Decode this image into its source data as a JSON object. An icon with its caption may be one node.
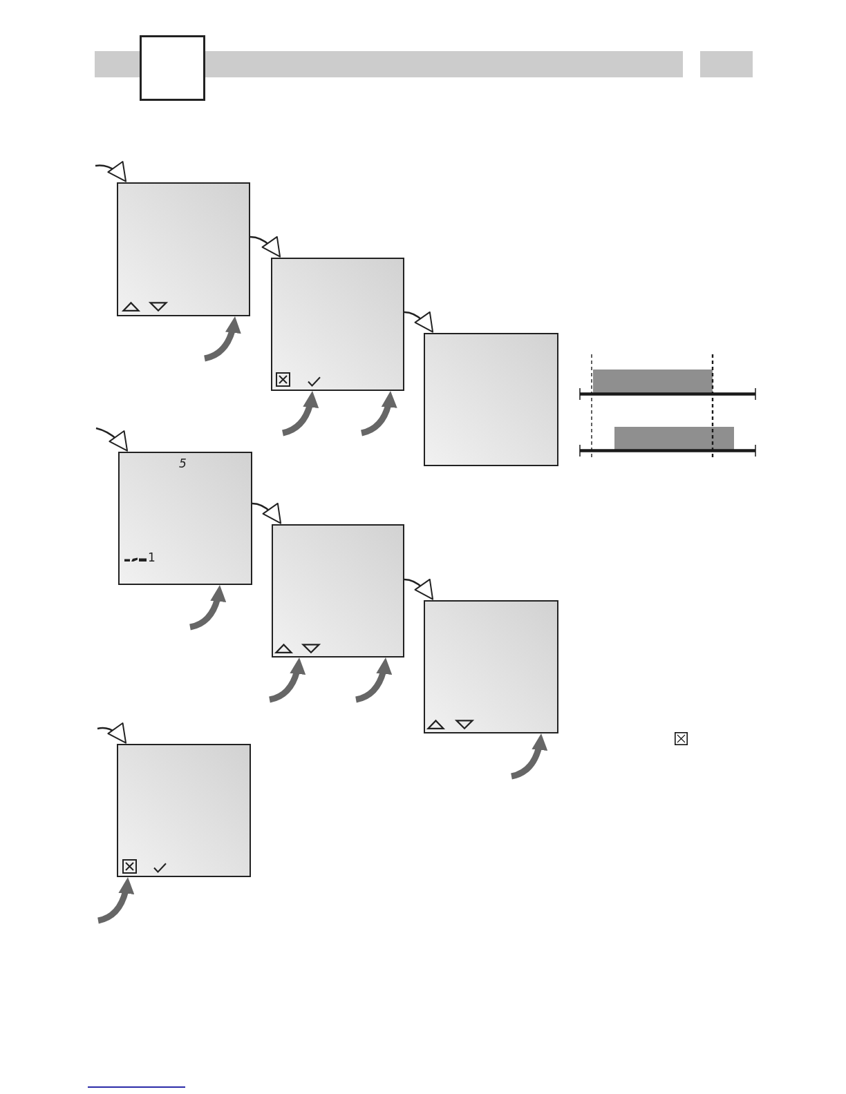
{
  "diagram": {
    "nodes": [
      {
        "text": [],
        "shape": "box"
      },
      {
        "text": [],
        "shape": "box"
      },
      {
        "text": [],
        "shape": "box"
      },
      {
        "text": [
          "5",
          "1"
        ]
      },
      {
        "text": [],
        "shape": "box"
      },
      {
        "text": [],
        "shape": "box"
      },
      {
        "text": [],
        "shape": "box"
      }
    ],
    "edges": [
      {
        "from": null,
        "to": 0,
        "arrow": "to"
      },
      {
        "from": 0,
        "to": 1,
        "arrow": "to"
      },
      {
        "from": 1,
        "to": 2,
        "arrow": "to"
      },
      {
        "from": null,
        "to": 0,
        "arrow": "to",
        "color": "#666666"
      },
      {
        "from": null,
        "to": 1,
        "arrow": "to",
        "color": "#666666"
      },
      {
        "from": null,
        "to": 1,
        "arrow": "to",
        "color": "#666666"
      },
      {
        "from": null,
        "to": 3,
        "arrow": "to"
      },
      {
        "from": 3,
        "to": 4,
        "arrow": "to"
      },
      {
        "from": 4,
        "to": 5,
        "arrow": "to"
      },
      {
        "from": null,
        "to": 3,
        "arrow": "to",
        "color": "#666666"
      },
      {
        "from": null,
        "to": 4,
        "arrow": "to",
        "color": "#666666"
      },
      {
        "from": null,
        "to": 4,
        "arrow": "to",
        "color": "#666666"
      },
      {
        "from": null,
        "to": 5,
        "arrow": "to",
        "color": "#666666"
      },
      {
        "from": null,
        "to": 6,
        "arrow": "to"
      },
      {
        "from": null,
        "to": 6,
        "arrow": "to",
        "color": "#666666"
      }
    ]
  }
}
